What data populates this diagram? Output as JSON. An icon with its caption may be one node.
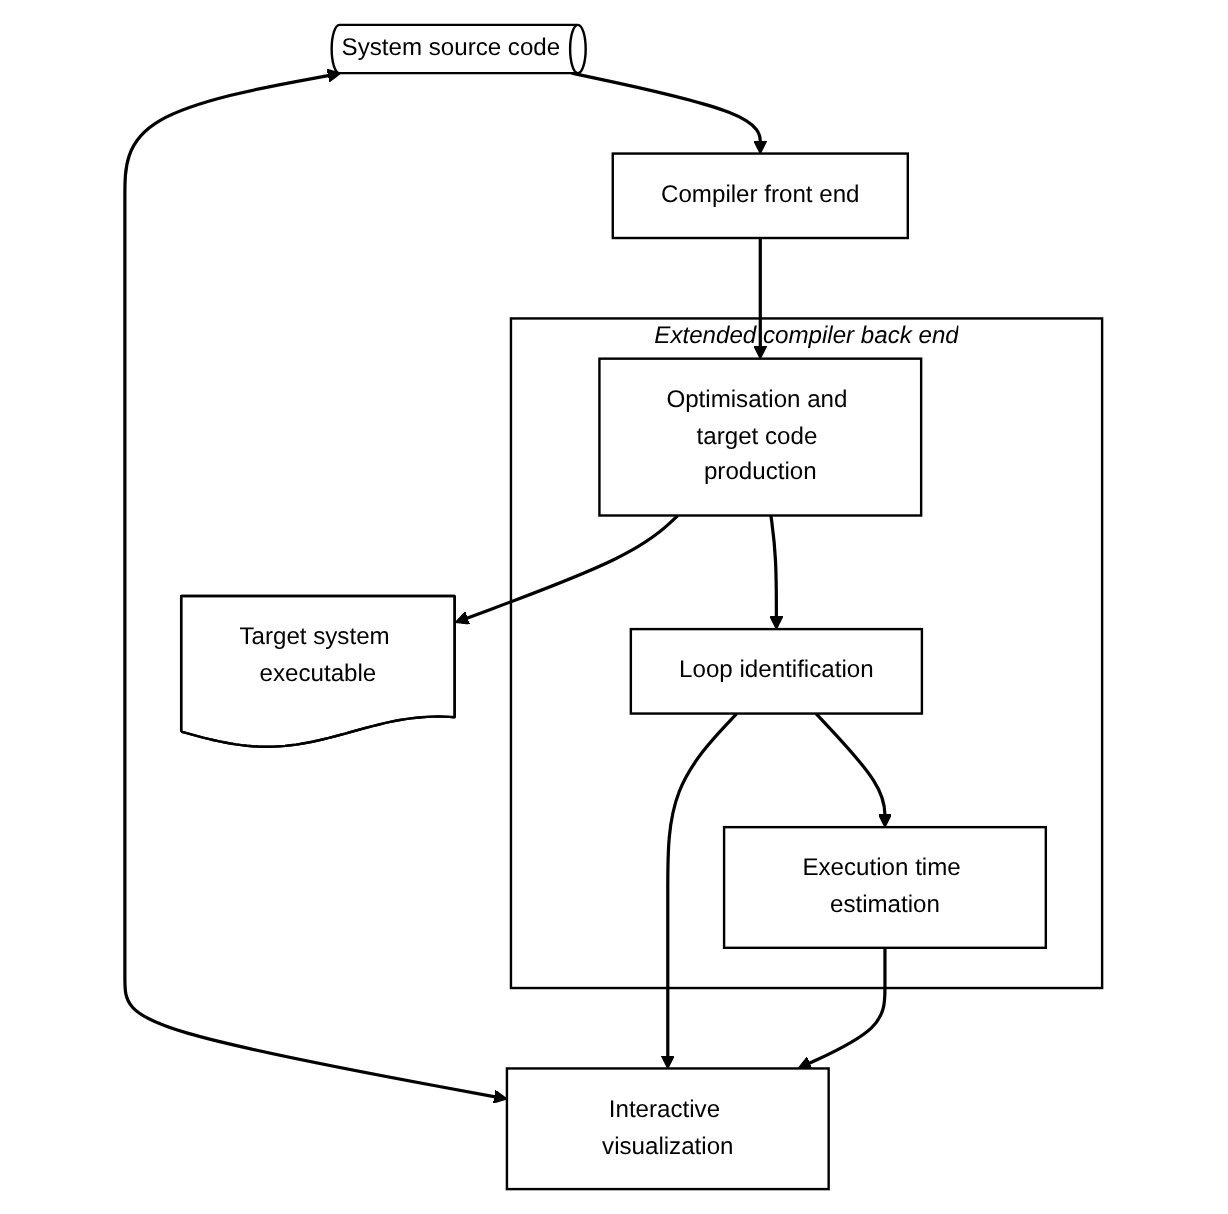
{
  "diagram": {
    "nodes": [
      {
        "text": [
          "Interactive visualization"
        ]
      },
      {
        "text": [
          "System source code"
        ]
      },
      {
        "text": [
          "Compiler front end"
        ]
      },
      {
        "text": [
          "Extended compiler back end"
        ]
      },
      {
        "text": [
          "Optimisation and target code production"
        ],
        "in": 3
      },
      {
        "text": [
          "Loop identification"
        ],
        "in": 3
      },
      {
        "text": [
          "Execution time estimation"
        ],
        "in": 3
      },
      {
        "text": [
          "Target system executable"
        ]
      }
    ],
    "edges": [
      {
        "from": 1,
        "to": 0,
        "arrow": "both"
      },
      {
        "from": 1,
        "to": 2,
        "arrow": "to"
      },
      {
        "from": 2,
        "to": 4,
        "arrow": "to"
      },
      {
        "from": 4,
        "to": 5,
        "arrow": "to"
      },
      {
        "from": 5,
        "to": 6,
        "arrow": "to"
      },
      {
        "from": 5,
        "to": 0,
        "arrow": "to"
      },
      {
        "from": 6,
        "to": 0,
        "arrow": "to"
      },
      {
        "from": 4,
        "to": 7,
        "arrow": "to"
      }
    ]
  }
}
